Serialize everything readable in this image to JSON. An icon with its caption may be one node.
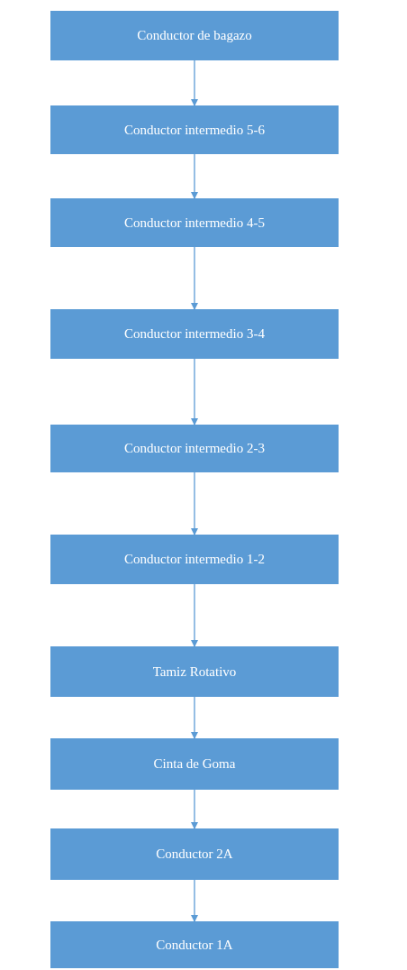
{
  "diagram": {
    "nodes": [
      {
        "text": [
          "Conductor de bagazo"
        ]
      },
      {
        "text": [
          "Conductor intermedio 5-6"
        ]
      },
      {
        "text": [
          "Conductor intermedio 4-5"
        ]
      },
      {
        "text": [
          "Conductor intermedio 3-4"
        ]
      },
      {
        "text": [
          "Conductor intermedio 2-3"
        ]
      },
      {
        "text": [
          "Conductor intermedio 1-2"
        ]
      },
      {
        "text": [
          "Tamiz Rotativo"
        ]
      },
      {
        "text": [
          "Cinta de Goma"
        ]
      },
      {
        "text": [
          "Conductor 2A"
        ]
      },
      {
        "text": [
          "Conductor 1A"
        ]
      }
    ],
    "edges": [
      {
        "from": 0,
        "to": 1,
        "arrow": "to"
      },
      {
        "from": 1,
        "to": 2,
        "arrow": "to"
      },
      {
        "from": 2,
        "to": 3,
        "arrow": "to"
      },
      {
        "from": 3,
        "to": 4,
        "arrow": "to"
      },
      {
        "from": 4,
        "to": 5,
        "arrow": "to"
      },
      {
        "from": 5,
        "to": 6,
        "arrow": "to"
      },
      {
        "from": 6,
        "to": 7,
        "arrow": "to"
      },
      {
        "from": 7,
        "to": 8,
        "arrow": "to"
      },
      {
        "from": 8,
        "to": 9,
        "arrow": "to"
      }
    ]
  }
}
